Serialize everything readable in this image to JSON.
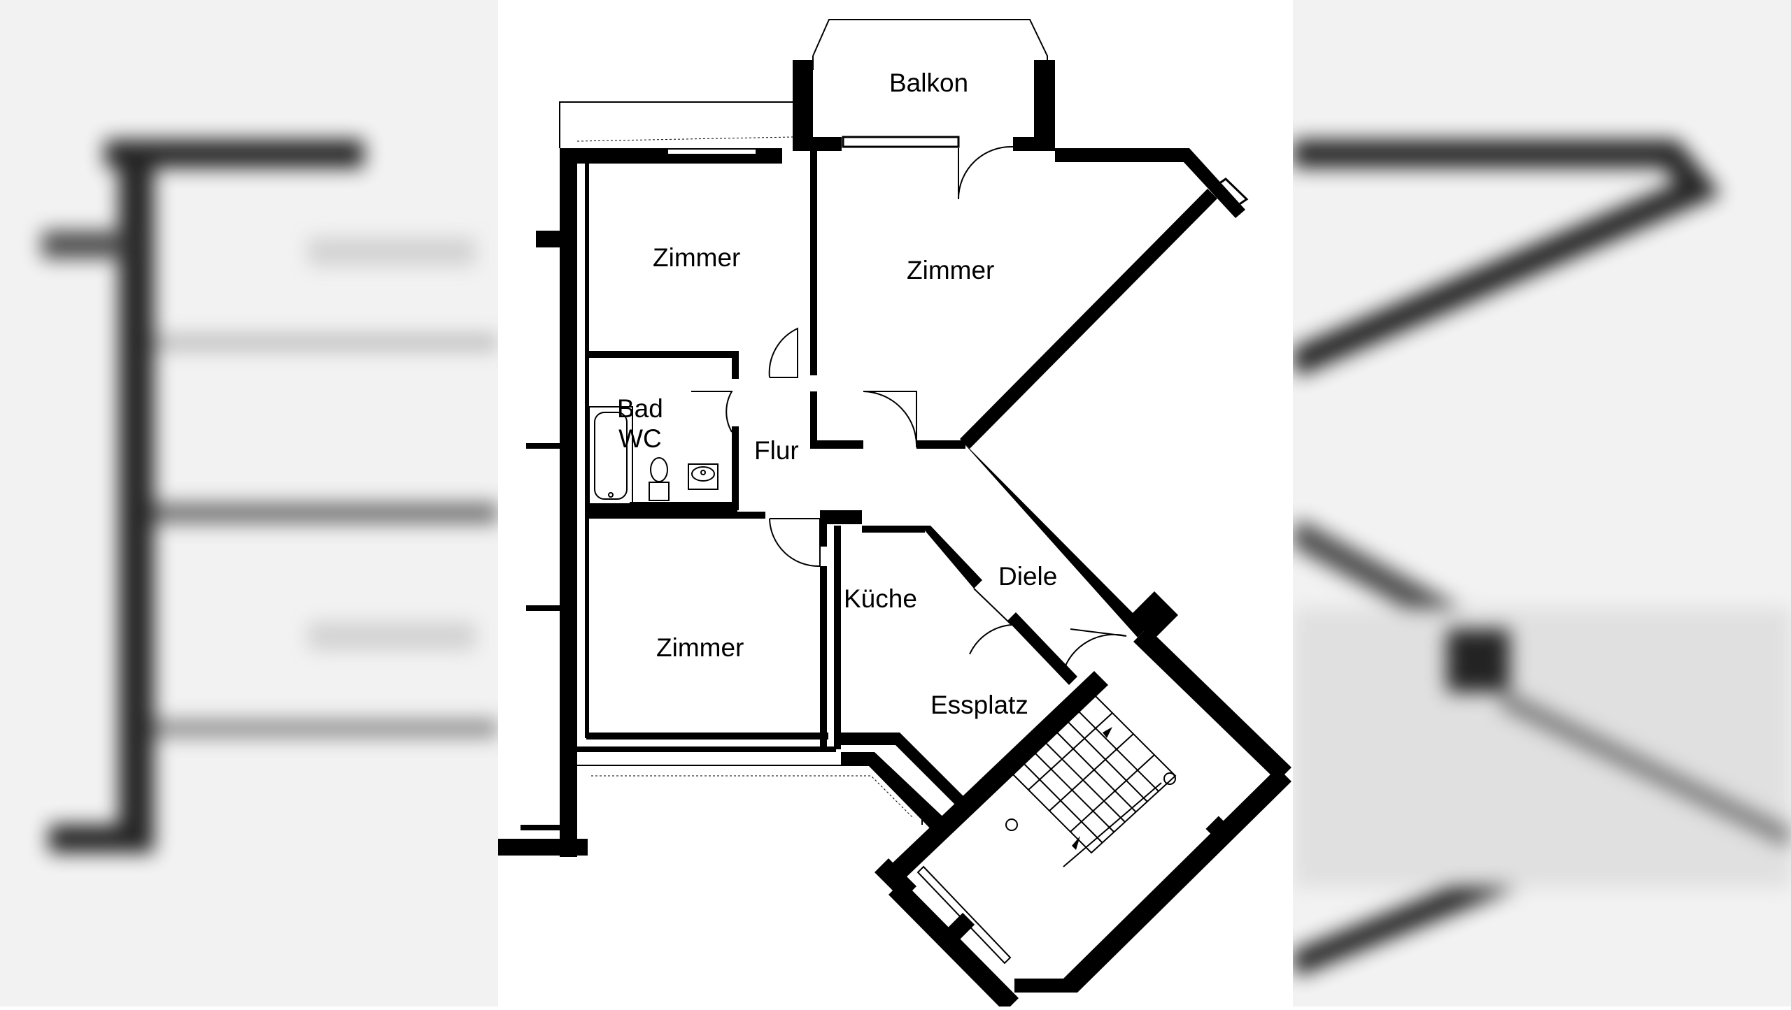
{
  "rooms": {
    "balkon": "Balkon",
    "zimmer_top_left": "Zimmer",
    "zimmer_top_right": "Zimmer",
    "bad": "Bad",
    "wc": "WC",
    "flur": "Flur",
    "diele": "Diele",
    "kueche": "Küche",
    "essplatz": "Essplatz",
    "zimmer_bottom": "Zimmer"
  },
  "colors": {
    "wall": "#000000",
    "fixture_line": "#000000",
    "background": "#ffffff",
    "backdrop": "#f2f2f2"
  }
}
